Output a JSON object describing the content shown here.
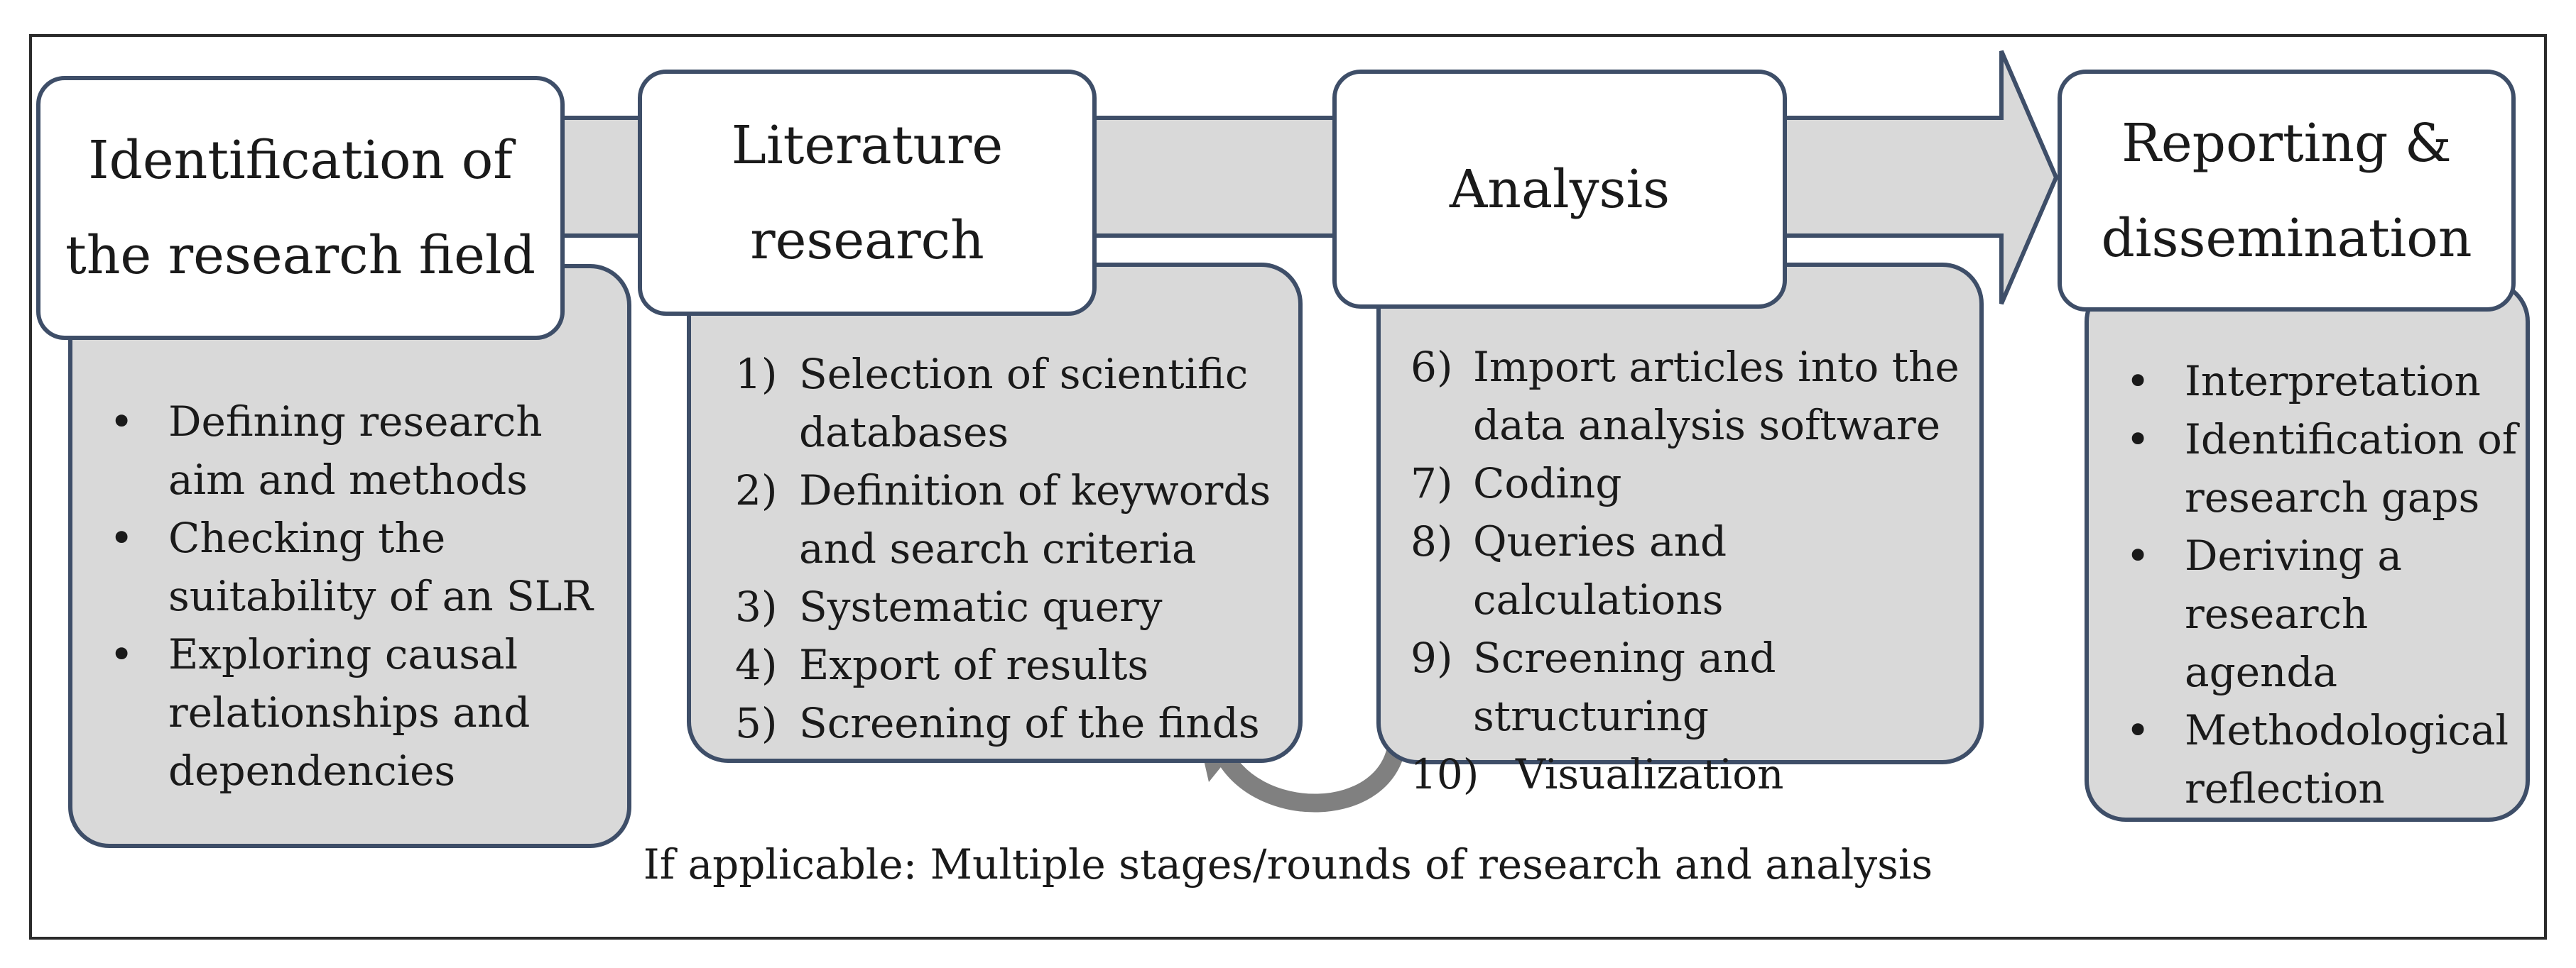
{
  "phases": [
    {
      "title_lines": [
        "Identification of",
        "the research field"
      ]
    },
    {
      "title_lines": [
        "Literature",
        "research"
      ]
    },
    {
      "title_lines": [
        "Analysis"
      ]
    },
    {
      "title_lines": [
        "Reporting &",
        "dissemination"
      ]
    }
  ],
  "identification_points": [
    "Defining research aim and methods",
    "Checking the suitability of an SLR",
    "Exploring causal relationships and dependencies"
  ],
  "literature_steps": [
    {
      "num": "1)",
      "text": "Selection of scientific databases"
    },
    {
      "num": "2)",
      "text": "Definition of keywords and search criteria"
    },
    {
      "num": "3)",
      "text": "Systematic query"
    },
    {
      "num": "4)",
      "text": "Export of results"
    },
    {
      "num": "5)",
      "text": "Screening of the finds"
    }
  ],
  "analysis_steps": [
    {
      "num": "6)",
      "text": "Import articles into the data analysis software"
    },
    {
      "num": "7)",
      "text": "Coding"
    },
    {
      "num": "8)",
      "text": "Queries and calculations"
    },
    {
      "num": "9)",
      "text": "Screening and structuring"
    },
    {
      "num": "10)",
      "text": "Visualization"
    }
  ],
  "reporting_points": [
    "Interpretation",
    "Identification of research gaps",
    "Deriving a research agenda",
    "Methodological reflection"
  ],
  "caption": "If applicable: Multiple stages/rounds of research and analysis",
  "colors": {
    "detail_fill": "#d9d9d9",
    "box_border": "#3e4e68",
    "arrow_fill": "#d9d9d9",
    "arrow_stroke": "#3e4e68",
    "loop_arrow": "#808080"
  }
}
